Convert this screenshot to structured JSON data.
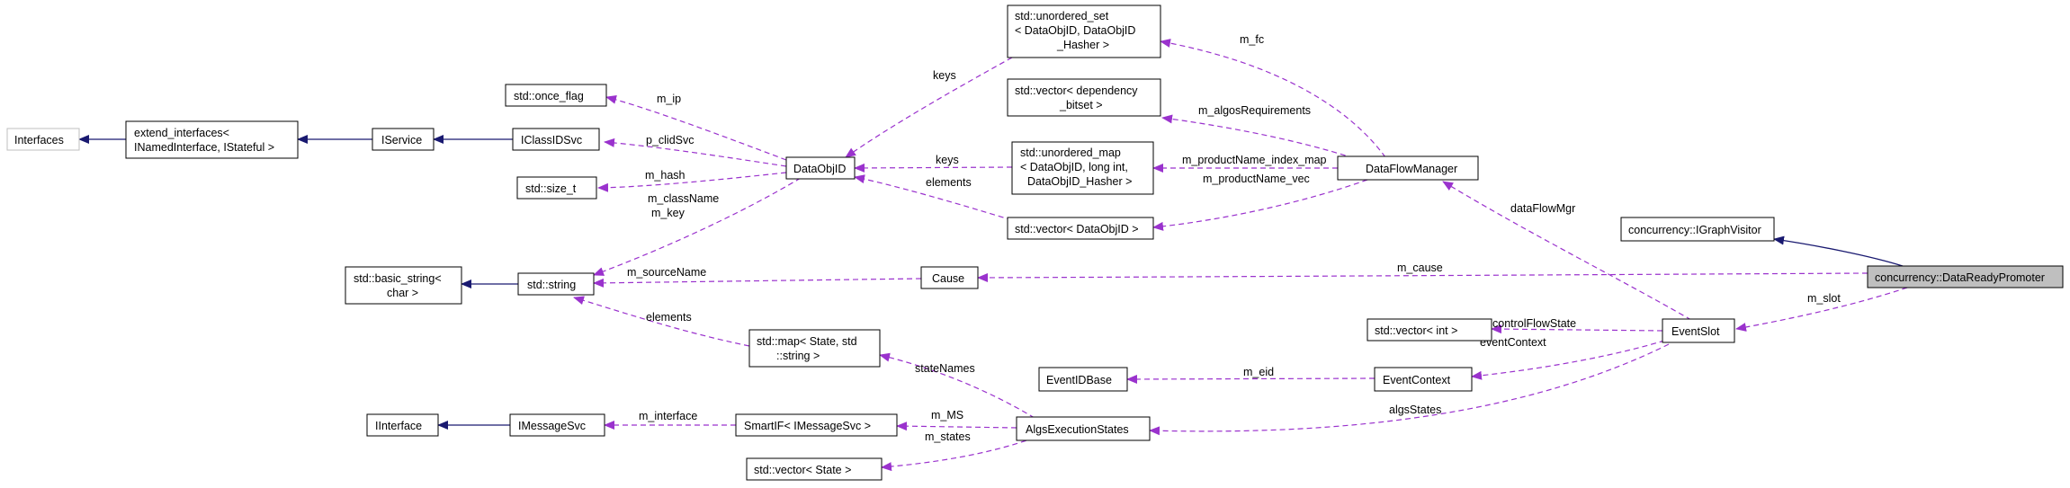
{
  "nodes": {
    "interfaces": "Interfaces",
    "extend_interfaces": [
      "extend_interfaces<",
      "INamedInterface, IStateful >"
    ],
    "iservice": "IService",
    "iclassidsvc": "IClassIDSvc",
    "once_flag": "std::once_flag",
    "size_t": "std::size_t",
    "dataobjid": "DataObjID",
    "basic_string": [
      "std::basic_string<",
      "char >"
    ],
    "string": "std::string",
    "unordered_set": [
      "std::unordered_set",
      "< DataObjID, DataObjID",
      "_Hasher >"
    ],
    "vector_dependency": [
      "std::vector< dependency",
      "_bitset >"
    ],
    "unordered_map": [
      "std::unordered_map",
      "< DataObjID, long int,",
      "DataObjID_Hasher >"
    ],
    "vector_dataobjid": "std::vector< DataObjID >",
    "dataflowmanager": "DataFlowManager",
    "cause": "Cause",
    "igraphvisitor": "concurrency::IGraphVisitor",
    "datareadypromoter": "concurrency::DataReadyPromoter",
    "vector_int": "std::vector< int >",
    "eventslot": "EventSlot",
    "map_state": [
      "std::map< State, std",
      "::string >"
    ],
    "eventidbase": "EventIDBase",
    "eventcontext": "EventContext",
    "iinterface": "IInterface",
    "imessagesvc": "IMessageSvc",
    "smartif": "SmartIF< IMessageSvc >",
    "algsexecutionstates": "AlgsExecutionStates",
    "vector_state": "std::vector< State >"
  },
  "labels": {
    "m_fc": "m_fc",
    "keys_top": "keys",
    "m_ip": "m_ip",
    "m_algosRequirements": "m_algosRequirements",
    "p_clidSvc": "p_clidSvc",
    "keys_mid": "keys",
    "m_productName_index_map": "m_productName_index_map",
    "m_hash": "m_hash",
    "elements_top": "elements",
    "m_productName_vec": "m_productName_vec",
    "m_className": "m_className",
    "m_key": "m_key",
    "dataFlowMgr": "dataFlowMgr",
    "m_sourceName": "m_sourceName",
    "m_cause": "m_cause",
    "m_slot": "m_slot",
    "elements_bottom": "elements",
    "controlFlowState": "controlFlowState",
    "eventContext": "eventContext",
    "stateNames": "stateNames",
    "m_eid": "m_eid",
    "m_interface": "m_interface",
    "m_MS": "m_MS",
    "m_states": "m_states",
    "algsStates": "algsStates"
  },
  "colors": {
    "inheritance_edge": "#191970",
    "usage_edge": "#9a32cd",
    "focus_node_fill": "#bfbfbf",
    "external_node_border": "#bfbfbf"
  }
}
